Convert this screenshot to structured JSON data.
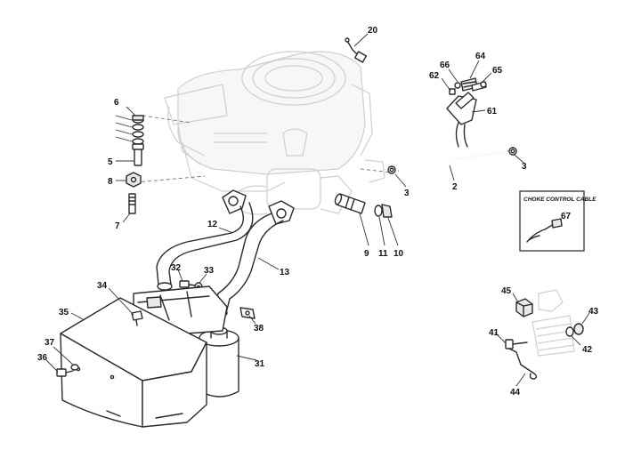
{
  "inset": {
    "title": "CHOKE CONTROL CABLE",
    "part": "67"
  },
  "callouts": {
    "c2": "2",
    "c3a": "3",
    "c3b": "3",
    "c5": "5",
    "c6": "6",
    "c7": "7",
    "c8": "8",
    "c9": "9",
    "c10": "10",
    "c11": "11",
    "c12": "12",
    "c13": "13",
    "c20": "20",
    "c31": "31",
    "c32": "32",
    "c33": "33",
    "c34": "34",
    "c35": "35",
    "c36": "36",
    "c37": "37",
    "c38": "38",
    "c41": "41",
    "c42": "42",
    "c43": "43",
    "c44": "44",
    "c45": "45",
    "c61": "61",
    "c62": "62",
    "c64": "64",
    "c65": "65",
    "c66": "66"
  }
}
